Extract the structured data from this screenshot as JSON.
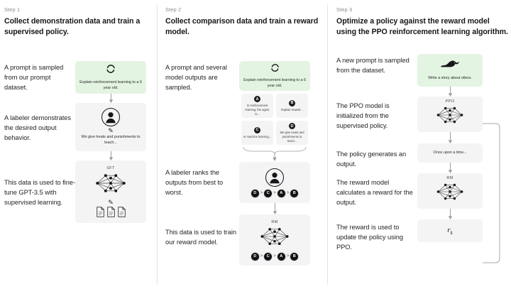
{
  "theme": {
    "background": "#ffffff",
    "card_gray": "#f4f4f4",
    "card_green": "#e4f4e2",
    "text": "#1f2124",
    "muted": "#8c8c8c",
    "divider": "#e3e3e3",
    "badge_dark": "#111316"
  },
  "steps": [
    {
      "label": "Step 1",
      "title": "Collect demonstration data and train a supervised policy.",
      "captions": [
        "A prompt is sampled from our prompt dataset.",
        "A labeler demonstrates the desired output behavior.",
        "This data is used to fine-tune GPT-3.5 with supervised learning."
      ],
      "prompt_card": {
        "icon": "refresh-cycle-icon",
        "text": "Explain reinforcement learning to a 6 year old."
      },
      "labeler_card": {
        "icon": "person-avatar-icon",
        "pencil": "pencil-icon",
        "text": "We give treats and punishments to teach..."
      },
      "model_card": {
        "label": "SFT",
        "icon": "neural-network-icon",
        "pencil": "pencil-icon",
        "docs_icon": "documents-icon",
        "docs_count": 3
      }
    },
    {
      "label": "Step 2",
      "title": "Collect comparison data and train a reward model.",
      "captions": [
        "A prompt and several model outputs are sampled.",
        "A labeler ranks the outputs from best to worst.",
        "This data is used to train our reward model."
      ],
      "prompt_card": {
        "icon": "refresh-cycle-icon",
        "text": "Explain reinforcement learning to a 6 year old."
      },
      "options": [
        {
          "letter": "A",
          "text": "In reinforcement learning, the agent is..."
        },
        {
          "letter": "B",
          "text": "Explain reward..."
        },
        {
          "letter": "C",
          "text": "In machine learning..."
        },
        {
          "letter": "D",
          "text": "We give treats and punishments to teach..."
        }
      ],
      "labeler_card": {
        "icon": "person-avatar-icon",
        "ranking": [
          "D",
          "C",
          "A",
          "B"
        ],
        "ranking_separator": ">"
      },
      "model_card": {
        "label": "RM",
        "icon": "neural-network-icon",
        "ranking": [
          "D",
          "C",
          "A",
          "B"
        ],
        "ranking_separator": ">"
      }
    },
    {
      "label": "Step 3",
      "title": "Optimize a policy against the reward model using the PPO reinforcement learning algorithm.",
      "captions": [
        "A new prompt is sampled from the dataset.",
        "The PPO model is initialized from the supervised policy.",
        "The policy generates an output.",
        "The reward model calculates a reward for the output.",
        "The reward is used to update the policy using PPO."
      ],
      "prompt_card": {
        "icon": "otter-icon",
        "text": "Write a story about otters."
      },
      "ppo_card": {
        "label": "PPO",
        "icon": "neural-network-icon"
      },
      "output_card": {
        "text": "Once upon a time..."
      },
      "rm_card": {
        "label": "RM",
        "icon": "neural-network-icon"
      },
      "reward_card": {
        "symbol": "r",
        "subscript": "k"
      }
    }
  ]
}
